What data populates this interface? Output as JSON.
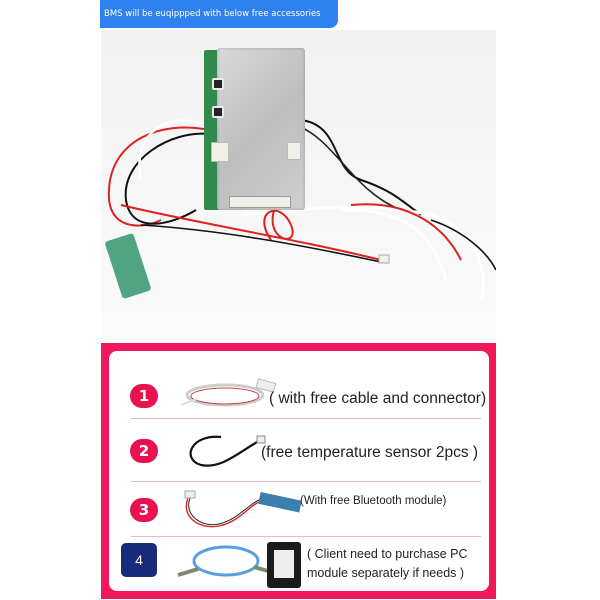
{
  "banner": {
    "text": "BMS will be euqippped with below free accessories",
    "color": "#2f80f0"
  },
  "product_photo": {
    "alt": "BMS protection board with balance cables, temperature sensors and Bluetooth module"
  },
  "accessories": {
    "frame_color": "#f0185a",
    "items": [
      {
        "number": "1",
        "icon": "balance-cable-icon",
        "label": "( with free cable and connector)"
      },
      {
        "number": "2",
        "icon": "temperature-sensor-icon",
        "label": "(free temperature sensor 2pcs )"
      },
      {
        "number": "3",
        "icon": "bluetooth-module-icon",
        "label": "(With free Bluetooth module)"
      },
      {
        "number": "4",
        "icon": "usb-pc-module-icon",
        "label_line1": "( Client need to purchase PC",
        "label_line2": "module separately if needs )"
      }
    ]
  }
}
